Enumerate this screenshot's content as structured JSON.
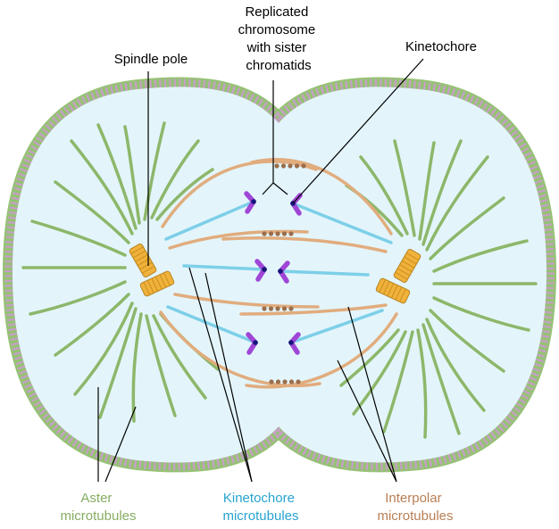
{
  "labels": {
    "replicated_chromosome": [
      "Replicated",
      "chromosome",
      "with sister",
      "chromatids"
    ],
    "spindle_pole": "Spindle pole",
    "kinetochore": "Kinetochore",
    "aster_microtubules": [
      "Aster",
      "microtubules"
    ],
    "kinetochore_microtubules": [
      "Kinetochore",
      "microtubules"
    ],
    "interpolar_microtubules": [
      "Interpolar",
      "microtubules"
    ]
  },
  "colors": {
    "cytoplasm": "#e3f5fb",
    "membrane_outer": "#95c274",
    "membrane_inner": "#c69fc6",
    "aster": "#8db76a",
    "kinetochore_mt": "#7dcfe8",
    "interpolar_mt": "#e1ac7e",
    "chromatid": "#a046d6",
    "kinetochore_dot": "#15157a",
    "centrosome": "#f0b23a",
    "bead": "#9a6e4c",
    "leader": "#000000",
    "text_black": "#000000",
    "text_aster": "#86ad62",
    "text_kinetochore": "#27a4cf",
    "text_interpolar": "#b97f55"
  }
}
